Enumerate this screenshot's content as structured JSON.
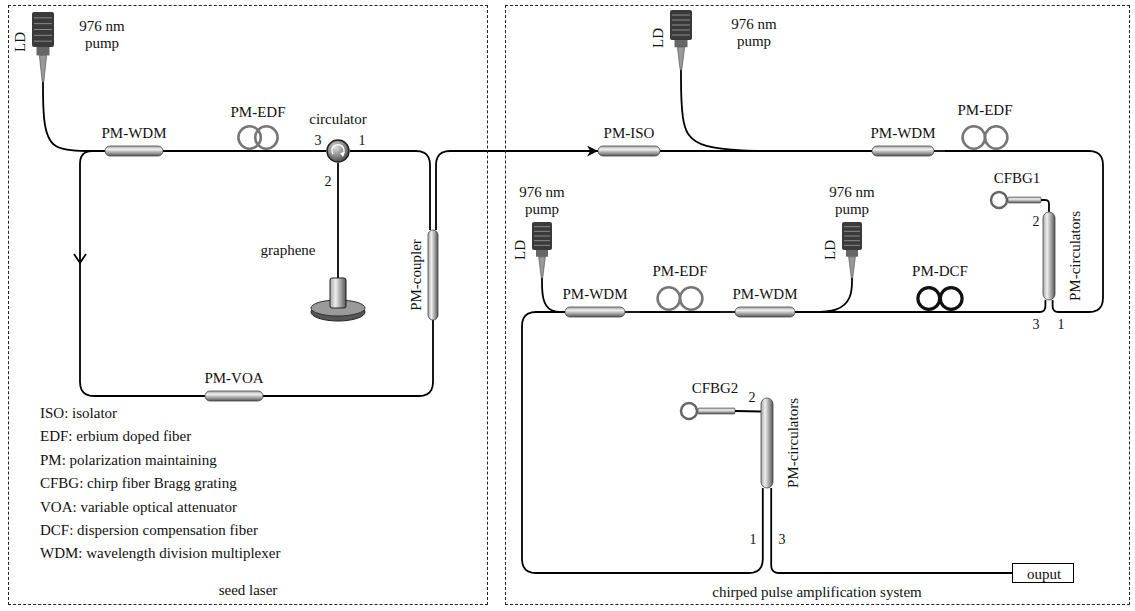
{
  "diagram": {
    "nodes": [
      {
        "text": [
          "seed laser"
        ]
      },
      {
        "text": [
          "chirped pulse amplification system"
        ]
      },
      {
        "text": [
          "LD",
          "976 nm pump"
        ],
        "in": 0
      },
      {
        "text": [
          "PM-WDM"
        ],
        "in": 0
      },
      {
        "text": [
          "PM-EDF"
        ],
        "in": 0
      },
      {
        "text": [
          "circulator"
        ],
        "in": 0
      },
      {
        "text": [
          "graphene"
        ],
        "in": 0
      },
      {
        "text": [
          "PM-coupler"
        ],
        "in": 0
      },
      {
        "text": [
          "PM-VOA"
        ],
        "in": 0
      },
      {
        "text": [
          "PM-ISO"
        ],
        "in": 1
      },
      {
        "text": [
          "LD",
          "976 nm pump"
        ],
        "in": 1
      },
      {
        "text": [
          "PM-WDM"
        ],
        "in": 1
      },
      {
        "text": [
          "PM-EDF"
        ],
        "in": 1
      },
      {
        "text": [
          "CFBG1"
        ],
        "in": 1
      },
      {
        "text": [
          "PM-circulators"
        ],
        "in": 1
      },
      {
        "text": [
          "PM-DCF"
        ],
        "in": 1
      },
      {
        "text": [
          "LD",
          "976 nm pump"
        ],
        "in": 1
      },
      {
        "text": [
          "PM-WDM"
        ],
        "in": 1
      },
      {
        "text": [
          "PM-EDF"
        ],
        "in": 1
      },
      {
        "text": [
          "PM-WDM"
        ],
        "in": 1
      },
      {
        "text": [
          "LD",
          "976 nm pump"
        ],
        "in": 1
      },
      {
        "text": [
          "CFBG2"
        ],
        "in": 1
      },
      {
        "text": [
          "PM-circulators"
        ],
        "in": 1
      },
      {
        "text": [
          "ouput"
        ],
        "in": 1
      }
    ],
    "edges": [
      {
        "from": 2,
        "to": 3,
        "arrow": "none"
      },
      {
        "from": 3,
        "to": 4,
        "arrow": "none"
      },
      {
        "from": 4,
        "to": 5,
        "arrow": "none"
      },
      {
        "from": 5,
        "to": 6,
        "arrow": "none"
      },
      {
        "from": 5,
        "to": 7,
        "arrow": "none"
      },
      {
        "from": 7,
        "to": 8,
        "arrow": "none"
      },
      {
        "from": 3,
        "to": 8,
        "arrow": "none"
      },
      {
        "from": 7,
        "to": 9,
        "arrow": "to"
      },
      {
        "from": 9,
        "to": 11,
        "arrow": "none"
      },
      {
        "from": 10,
        "to": 11,
        "arrow": "none"
      },
      {
        "from": 11,
        "to": 12,
        "arrow": "none"
      },
      {
        "from": 12,
        "to": 14,
        "arrow": "none"
      },
      {
        "from": 14,
        "to": 13,
        "arrow": "none"
      },
      {
        "from": 14,
        "to": 15,
        "arrow": "none"
      },
      {
        "from": 15,
        "to": 17,
        "arrow": "none"
      },
      {
        "from": 16,
        "to": 17,
        "arrow": "none"
      },
      {
        "from": 17,
        "to": 18,
        "arrow": "none"
      },
      {
        "from": 18,
        "to": 19,
        "arrow": "none"
      },
      {
        "from": 20,
        "to": 19,
        "arrow": "none"
      },
      {
        "from": 19,
        "to": 22,
        "arrow": "none"
      },
      {
        "from": 22,
        "to": 21,
        "arrow": "none"
      },
      {
        "from": 22,
        "to": 23,
        "arrow": "none"
      }
    ],
    "labels": [
      "3",
      "1",
      "2",
      "ISO: isolator",
      "EDF: erbium doped fiber",
      "PM: polarization maintaining",
      "CFBG: chirp fiber Bragg grating",
      "VOA: variable optical attenuator",
      "DCF: dispersion compensation fiber",
      "WDM: wavelength division multiplexer",
      "2",
      "3",
      "1",
      "2",
      "1",
      "3"
    ]
  }
}
